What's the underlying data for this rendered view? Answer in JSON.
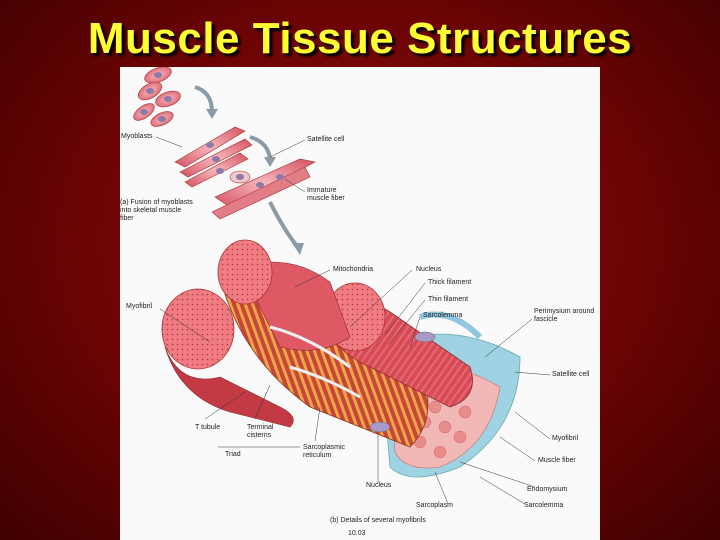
{
  "slide": {
    "title": "Muscle Tissue Structures"
  },
  "figure": {
    "labels": {
      "myoblasts": "Myoblasts",
      "satellite_cell_a": "Satellite cell",
      "immature_fiber": "Immature\nmuscle fiber",
      "caption_a": "(a) Fusion of myoblasts\ninto skeletal muscle\nfiber",
      "mitochondria": "Mitochondria",
      "nucleus_top": "Nucleus",
      "thick_filament": "Thick filament",
      "thin_filament": "Thin filament",
      "sarcolemma": "Sarcolemma",
      "myofibril_left": "Myofibril",
      "perimysium": "Perimysium around\nfascicle",
      "satellite_cell_b": "Satellite cell",
      "t_tubule": "T tubule",
      "terminal_cisterns": "Terminal\ncisterns",
      "triad": "Triad",
      "myofibril_right": "Myofibril",
      "muscle_fiber": "Muscle fiber",
      "sarcoplasmic": "Sarcoplasmic\nreticulum",
      "nucleus_bottom": "Nucleus",
      "endomysium": "Endomysium",
      "sarcoplasm": "Sarcoplasm",
      "sarcolemma_bottom": "Sarcolemma",
      "caption_b": "(b) Details of several myofibrils",
      "figure_number": "10.03"
    }
  }
}
